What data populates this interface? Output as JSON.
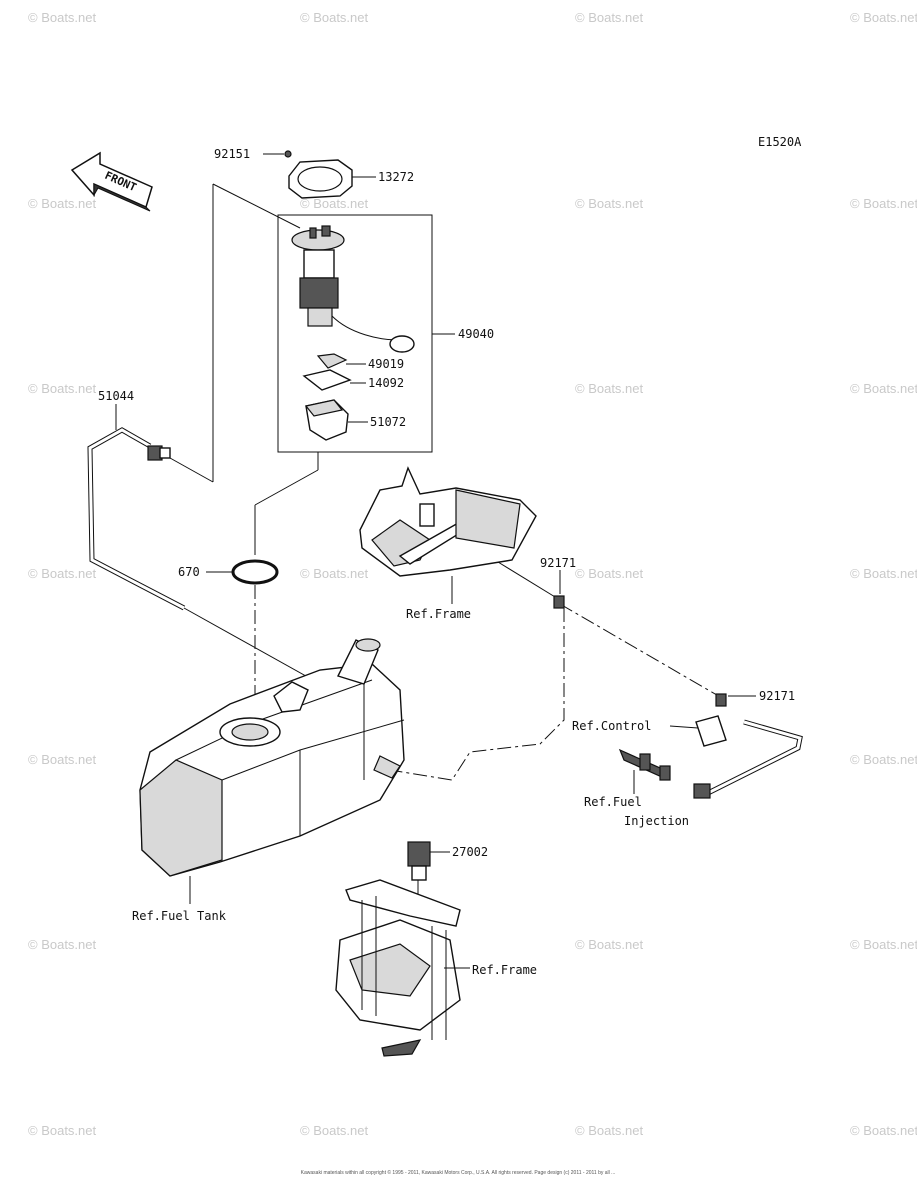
{
  "diagram_code": "E1520A",
  "front_label": "FRONT",
  "watermark_text": "© Boats.net",
  "copyright": "Kawasaki materials within all copyright © 1995 - 2011, Kawasaki Motors Corp., U.S.A. All rights reserved. Page design (c) 2011 - 2011 by all ... ",
  "callouts": {
    "p92151": "92151",
    "p13272": "13272",
    "p49040": "49040",
    "p49019": "49019",
    "p14092": "14092",
    "p51072": "51072",
    "p51044": "51044",
    "p670": "670",
    "p92171a": "92171",
    "p92171b": "92171",
    "p27002": "27002"
  },
  "references": {
    "frame_top": "Ref.Frame",
    "control": "Ref.Control",
    "fuel_injection_1": "Ref.Fuel",
    "fuel_injection_2": "Injection",
    "fuel_tank": "Ref.Fuel Tank",
    "frame_bottom": "Ref.Frame"
  }
}
